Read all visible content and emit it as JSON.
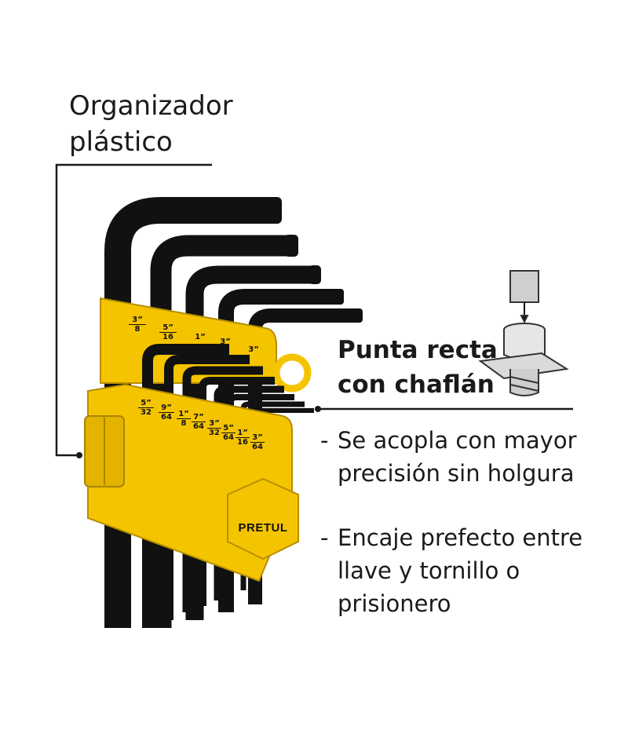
{
  "callouts": {
    "organizer_line1": "Organizador",
    "organizer_line2": "plástico",
    "tip_line1": "Punta recta",
    "tip_line2": "con chaflán"
  },
  "bullets": [
    {
      "dash": "-",
      "line1": "Se acopla con mayor",
      "line2": "precisión sin holgura"
    },
    {
      "dash": "-",
      "line1": "Encaje prefecto entre",
      "line2": "llave y tornillo o",
      "line3": "prisionero"
    }
  ],
  "brand": "PRETUL",
  "sizes_top": [
    {
      "num": "3",
      "den": "8"
    },
    {
      "num": "5",
      "den": "16"
    },
    {
      "num": "1",
      "den": ""
    },
    {
      "num": "3",
      "den": ""
    },
    {
      "num": "3",
      "den": ""
    }
  ],
  "sizes_bottom": [
    {
      "num": "5",
      "den": "32"
    },
    {
      "num": "9",
      "den": "64"
    },
    {
      "num": "1",
      "den": "8"
    },
    {
      "num": "7",
      "den": "64"
    },
    {
      "num": "3",
      "den": "32"
    },
    {
      "num": "5",
      "den": "64"
    },
    {
      "num": "1",
      "den": "16"
    },
    {
      "num": "3",
      "den": "64"
    }
  ],
  "inch_mark": "”",
  "colors": {
    "holder": "#f5c400",
    "holder_dark": "#c99e00",
    "key": "#111111",
    "text": "#1a1a1a"
  }
}
